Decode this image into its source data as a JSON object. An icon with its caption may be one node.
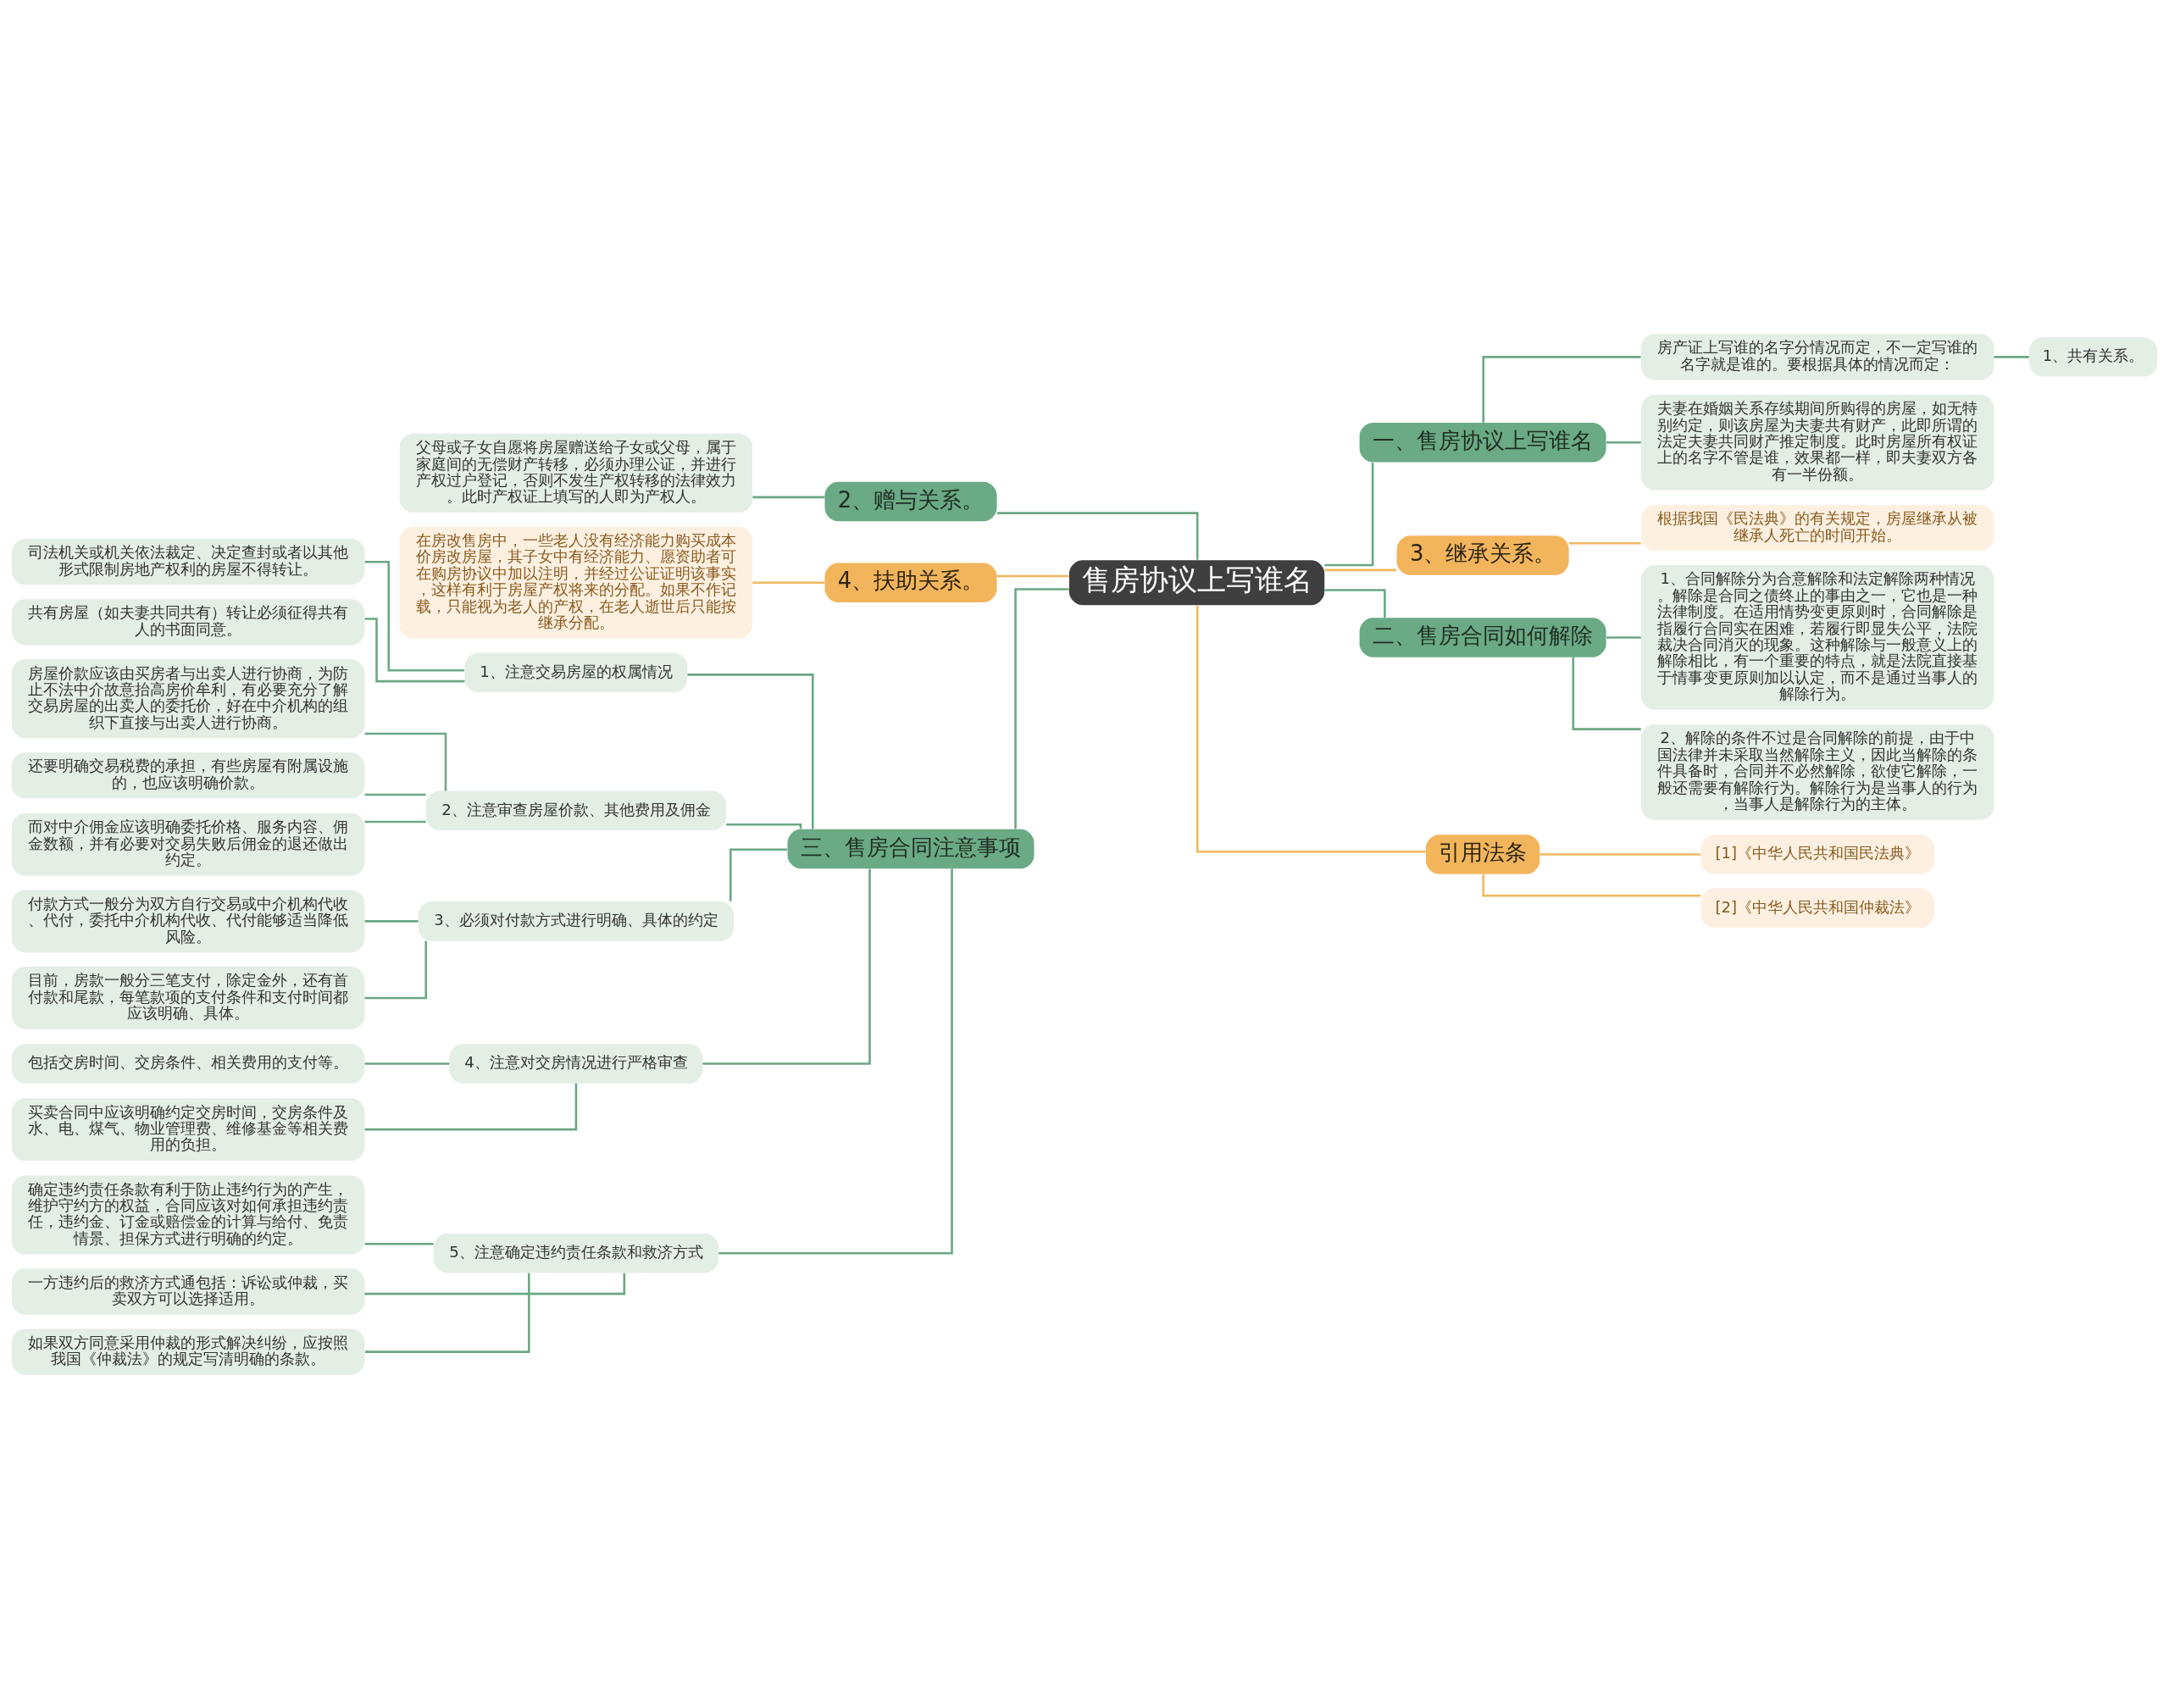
{
  "diagram": {
    "nodes": [
      {
        "text": [
          "售房协议上写谁名"
        ]
      },
      {
        "text": [
          "2、赠与关系。"
        ]
      },
      {
        "text": [
          "父母或子女自愿将房屋赠送给子女或父母，属于家庭间的无偿财产转移，必须办理公证，并进行产权过户登记，否则不发生产权转移的法律效力。此时产权证上填写的人即为产权人。"
        ]
      },
      {
        "text": [
          "4、扶助关系。"
        ]
      },
      {
        "text": [
          "在房改售房中，一些老人没有经济能力购买成本价房改房屋，其子女中有经济能力、愿资助者可在购房协议中加以注明，并经过公证证明该事实，这样有利于房屋产权将来的分配。如果不作记载，只能视为老人的产权，在老人逝世后只能按继承分配。"
        ]
      },
      {
        "text": [
          "三、售房合同注意事项"
        ]
      },
      {
        "text": [
          "1、注意交易房屋的权属情况"
        ]
      },
      {
        "text": [
          "司法机关或机关依法裁定、决定查封或者以其他形式限制房地产权利的房屋不得转让。"
        ]
      },
      {
        "text": [
          "共有房屋（如夫妻共同共有）转让必须征得共有人的书面同意。"
        ]
      },
      {
        "text": [
          "2、注意审查房屋价款、其他费用及佣金"
        ]
      },
      {
        "text": [
          "房屋价款应该由买房者与出卖人进行协商，为防止不法中介故意抬高房价牟利，有必要充分了解交易房屋的出卖人的委托价，好在中介机构的组织下直接与出卖人进行协商。"
        ]
      },
      {
        "text": [
          "还要明确交易税费的承担，有些房屋有附属设施的，也应该明确价款。"
        ]
      },
      {
        "text": [
          "而对中介佣金应该明确委托价格、服务内容、佣金数额，并有必要对交易失败后佣金的退还做出约定。"
        ]
      },
      {
        "text": [
          "3、必须对付款方式进行明确、具体的约定"
        ]
      },
      {
        "text": [
          "付款方式一般分为双方自行交易或中介机构代收、代付，委托中介机构代收、代付能够适当降低风险。"
        ]
      },
      {
        "text": [
          "目前，房款一般分三笔支付，除定金外，还有首付款和尾款，每笔款项的支付条件和支付时间都应该明确、具体。"
        ]
      },
      {
        "text": [
          "4、注意对交房情况进行严格审查"
        ]
      },
      {
        "text": [
          "包括交房时间、交房条件、相关费用的支付等。"
        ]
      },
      {
        "text": [
          "买卖合同中应该明确约定交房时间，交房条件及水、电、煤气、物业管理费、维修基金等相关费用的负担。"
        ]
      },
      {
        "text": [
          "5、注意确定违约责任条款和救济方式"
        ]
      },
      {
        "text": [
          "确定违约责任条款有利于防止违约行为的产生，维护守约方的权益，合同应该对如何承担违约责任，违约金、订金或赔偿金的计算与给付、免责情景、担保方式进行明确的约定。"
        ]
      },
      {
        "text": [
          "一方违约后的救济方式通包括：诉讼或仲裁，买卖双方可以选择适用。"
        ]
      },
      {
        "text": [
          "如果双方同意采用仲裁的形式解决纠纷，应按照我国《仲裁法》的规定写清明确的条款。"
        ]
      },
      {
        "text": [
          "一、售房协议上写谁名"
        ]
      },
      {
        "text": [
          "房产证上写谁的名字分情况而定，不一定写谁的名字就是谁的。要根据具体的情况而定："
        ]
      },
      {
        "text": [
          "1、共有关系。"
        ]
      },
      {
        "text": [
          "夫妻在婚姻关系存续期间所购得的房屋，如无特别约定，则该房屋为夫妻共有财产，此即所谓的法定夫妻共同财产推定制度。此时房屋所有权证上的名字不管是谁，效果都一样，即夫妻双方各有一半份额。"
        ]
      },
      {
        "text": [
          "3、继承关系。"
        ]
      },
      {
        "text": [
          "根据我国《民法典》的有关规定，房屋继承从被继承人死亡的时间开始。"
        ]
      },
      {
        "text": [
          "二、售房合同如何解除"
        ]
      },
      {
        "text": [
          "1、合同解除分为合意解除和法定解除两种情况。解除是合同之债终止的事由之一，它也是一种法律制度。在适用情势变更原则时，合同解除是指履行合同实在困难，若履行即显失公平，法院裁决合同消灭的现象。这种解除与一般意义上的解除相比，有一个重要的特点，就是法院直接基于情事变更原则加以认定，而不是通过当事人的解除行为。"
        ]
      },
      {
        "text": [
          "2、解除的条件不过是合同解除的前提，由于中国法律并未采取当然解除主义，因此当解除的条件具备时，合同并不必然解除，欲使它解除，一般还需要有解除行为。解除行为是当事人的行为，当事人是解除行为的主体。"
        ]
      },
      {
        "text": [
          "引用法条"
        ]
      },
      {
        "text": [
          "[1]《中华人民共和国民法典》"
        ]
      },
      {
        "text": [
          "[2]《中华人民共和国仲裁法》"
        ]
      }
    ],
    "edges": [
      {
        "from": 0,
        "to": 1,
        "arrow": "none"
      },
      {
        "from": 1,
        "to": 2,
        "arrow": "none"
      },
      {
        "from": 0,
        "to": 3,
        "arrow": "none",
        "color": "#f0b85c"
      },
      {
        "from": 3,
        "to": 4,
        "arrow": "none",
        "color": "#f0b85c"
      },
      {
        "from": 0,
        "to": 5,
        "arrow": "none"
      },
      {
        "from": 5,
        "to": 6,
        "arrow": "none"
      },
      {
        "from": 6,
        "to": 7,
        "arrow": "none"
      },
      {
        "from": 6,
        "to": 8,
        "arrow": "none"
      },
      {
        "from": 5,
        "to": 9,
        "arrow": "none"
      },
      {
        "from": 9,
        "to": 10,
        "arrow": "none"
      },
      {
        "from": 9,
        "to": 11,
        "arrow": "none"
      },
      {
        "from": 9,
        "to": 12,
        "arrow": "none"
      },
      {
        "from": 5,
        "to": 13,
        "arrow": "none"
      },
      {
        "from": 13,
        "to": 14,
        "arrow": "none"
      },
      {
        "from": 13,
        "to": 15,
        "arrow": "none"
      },
      {
        "from": 5,
        "to": 16,
        "arrow": "none"
      },
      {
        "from": 16,
        "to": 17,
        "arrow": "none"
      },
      {
        "from": 16,
        "to": 18,
        "arrow": "none"
      },
      {
        "from": 5,
        "to": 19,
        "arrow": "none"
      },
      {
        "from": 19,
        "to": 20,
        "arrow": "none"
      },
      {
        "from": 19,
        "to": 21,
        "arrow": "none"
      },
      {
        "from": 19,
        "to": 22,
        "arrow": "none"
      },
      {
        "from": 0,
        "to": 23,
        "arrow": "none"
      },
      {
        "from": 23,
        "to": 24,
        "arrow": "none"
      },
      {
        "from": 24,
        "to": 25,
        "arrow": "none"
      },
      {
        "from": 23,
        "to": 26,
        "arrow": "none"
      },
      {
        "from": 0,
        "to": 27,
        "arrow": "none",
        "color": "#f0b85c"
      },
      {
        "from": 27,
        "to": 28,
        "arrow": "none",
        "color": "#f0b85c"
      },
      {
        "from": 0,
        "to": 29,
        "arrow": "none"
      },
      {
        "from": 29,
        "to": 30,
        "arrow": "none"
      },
      {
        "from": 29,
        "to": 31,
        "arrow": "none"
      },
      {
        "from": 0,
        "to": 32,
        "arrow": "none",
        "color": "#f0b85c"
      },
      {
        "from": 32,
        "to": 33,
        "arrow": "none",
        "color": "#f0b85c"
      },
      {
        "from": 32,
        "to": 34,
        "arrow": "none",
        "color": "#f0b85c"
      }
    ]
  }
}
